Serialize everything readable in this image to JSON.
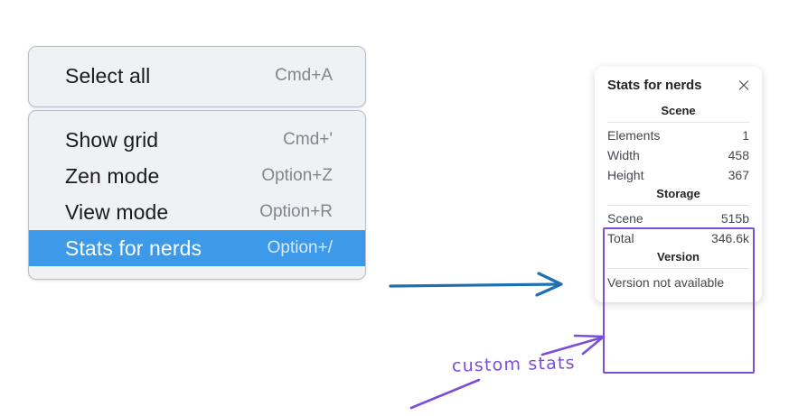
{
  "context_menu": {
    "groups": [
      {
        "items": [
          {
            "label": "Select all",
            "shortcut": "Cmd+A",
            "highlighted": false
          }
        ]
      },
      {
        "items": [
          {
            "label": "Show grid",
            "shortcut": "Cmd+'",
            "highlighted": false
          },
          {
            "label": "Zen mode",
            "shortcut": "Option+Z",
            "highlighted": false
          },
          {
            "label": "View mode",
            "shortcut": "Option+R",
            "highlighted": false
          },
          {
            "label": "Stats for nerds",
            "shortcut": "Option+/",
            "highlighted": true
          }
        ]
      }
    ],
    "highlight_color": "#3d9ae8"
  },
  "stats_panel": {
    "title": "Stats for nerds",
    "close_icon": "close-icon",
    "sections": [
      {
        "title": "Scene",
        "rows": [
          {
            "label": "Elements",
            "value": "1"
          },
          {
            "label": "Width",
            "value": "458"
          },
          {
            "label": "Height",
            "value": "367"
          }
        ]
      },
      {
        "title": "Storage",
        "rows": [
          {
            "label": "Scene",
            "value": "515b"
          },
          {
            "label": "Total",
            "value": "346.6k"
          }
        ]
      },
      {
        "title": "Version",
        "single_line": "Version not available"
      }
    ]
  },
  "annotations": {
    "custom_stats_label": "custom stats",
    "purple_color": "#7a4ddb",
    "blue_arrow_color": "#1f6fb2"
  }
}
